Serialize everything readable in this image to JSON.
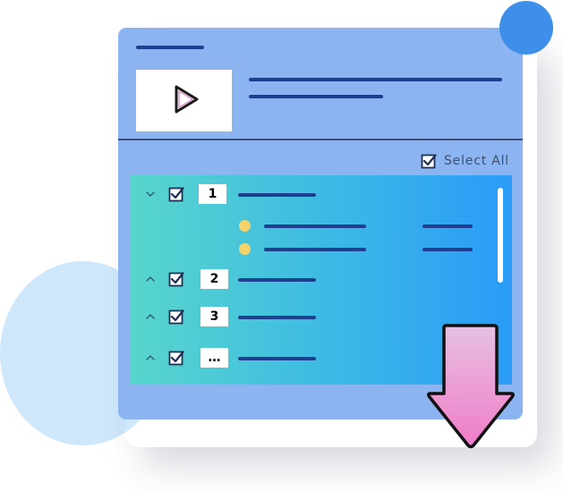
{
  "select_all": {
    "label": "Select All",
    "checked": true,
    "icon": "checkbox-checked-icon"
  },
  "media": {
    "icon": "play-icon"
  },
  "tree_rows": [
    {
      "index_label": "1",
      "expanded": true,
      "checked": true,
      "chevron_icon": "chevron-down-icon"
    },
    {
      "index_label": "2",
      "expanded": false,
      "checked": true,
      "chevron_icon": "chevron-up-icon"
    },
    {
      "index_label": "3",
      "expanded": false,
      "checked": true,
      "chevron_icon": "chevron-up-icon"
    },
    {
      "index_label": "…",
      "expanded": false,
      "checked": true,
      "chevron_icon": "chevron-up-icon"
    }
  ],
  "decorations": {
    "download_icon": "arrow-down-icon"
  },
  "colors": {
    "card_background": "#8bb4f1",
    "accent_blue": "#3e8fea",
    "placeholder_bar": "#1e3f8f",
    "list_gradient_start": "#58d6cc",
    "list_gradient_end": "#2a9bf8",
    "sub_item_dot": "#f6d36a",
    "arrow_top": "#e6c1e2",
    "arrow_bottom": "#f07cc8"
  }
}
